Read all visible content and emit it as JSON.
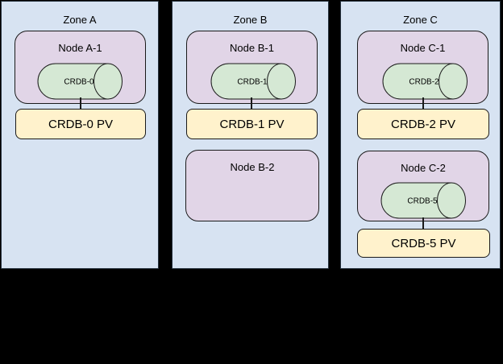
{
  "diagram": {
    "type": "kubernetes-zones-crdb-topology",
    "colors": {
      "canvas_bg": "#000000",
      "zone_fill": "#D7E3F2",
      "node_fill": "#E1D5E7",
      "db_cylinder_fill": "#D5E8D4",
      "pv_fill": "#FFF2CC",
      "stroke": "#1A1A1A"
    },
    "zones": [
      {
        "title": "Zone A",
        "nodes": [
          {
            "title": "Node A-1",
            "db_label": "CRDB-0",
            "pv_label": "CRDB-0 PV"
          }
        ]
      },
      {
        "title": "Zone B",
        "nodes": [
          {
            "title": "Node B-1",
            "db_label": "CRDB-1",
            "pv_label": "CRDB-1 PV"
          },
          {
            "title": "Node B-2"
          }
        ]
      },
      {
        "title": "Zone C",
        "nodes": [
          {
            "title": "Node C-1",
            "db_label": "CRDB-2",
            "pv_label": "CRDB-2 PV"
          },
          {
            "title": "Node C-2",
            "db_label": "CRDB-5",
            "pv_label": "CRDB-5 PV"
          }
        ]
      }
    ]
  }
}
